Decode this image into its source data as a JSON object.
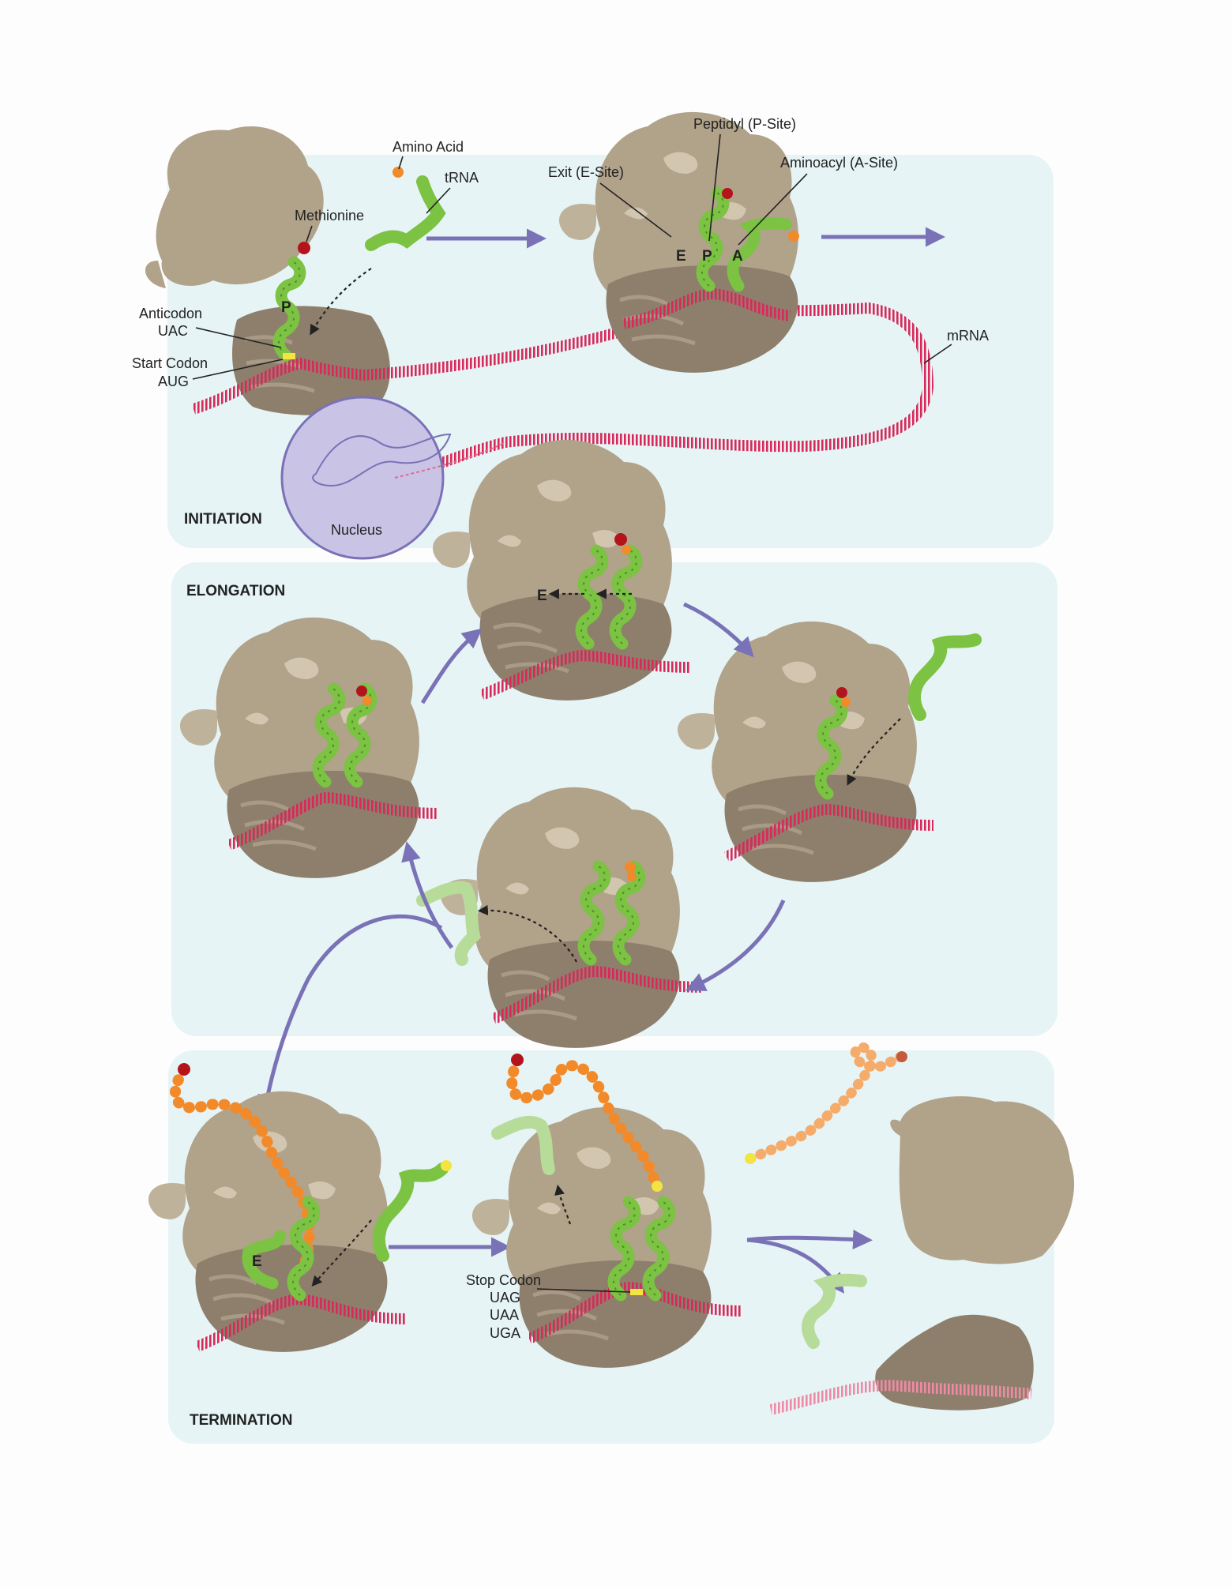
{
  "phases": {
    "initiation": "INITIATION",
    "elongation": "ELONGATION",
    "termination": "TERMINATION"
  },
  "labels": {
    "amino_acid": "Amino Acid",
    "trna": "tRNA",
    "methionine": "Methionine",
    "anticodon": "Anticodon",
    "anticodon_seq": "UAC",
    "start_codon": "Start Codon",
    "start_codon_seq": "AUG",
    "nucleus": "Nucleus",
    "exit_site": "Exit (E-Site)",
    "peptidyl_site": "Peptidyl (P-Site)",
    "aminoacyl_site": "Aminoacyl (A-Site)",
    "mrna": "mRNA",
    "stop_codon": "Stop Codon",
    "stop_uag": "UAG",
    "stop_uaa": "UAA",
    "stop_uga": "UGA"
  },
  "site_letters": {
    "e": "E",
    "p": "P",
    "a": "A"
  },
  "colors": {
    "panel": "#e6f4f6",
    "ribosome_large": "#b1a28a",
    "ribosome_small": "#8d7f6c",
    "trna": "#7cc243",
    "mrna": "#d72a5a",
    "amino_acid": "#f28a2a",
    "methionine": "#b3141c",
    "release": "#f4e441",
    "nucleus": "#c9c4e6",
    "arrow": "#7a72b6"
  }
}
